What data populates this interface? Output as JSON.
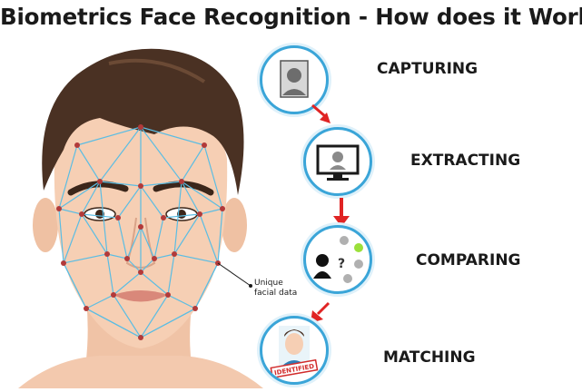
{
  "title": "Biometrics Face Recognition - How does it Work?",
  "annotation": {
    "line1": "Unique",
    "line2": "facial data"
  },
  "steps": [
    {
      "label": "CAPTURING",
      "icon": "captured-photo-icon"
    },
    {
      "label": "EXTRACTING",
      "icon": "monitor-scan-icon"
    },
    {
      "label": "COMPARING",
      "icon": "compare-faces-icon"
    },
    {
      "label": "MATCHING",
      "icon": "identified-face-icon"
    }
  ],
  "match_stamp": "IDENTIFIED",
  "colors": {
    "mesh": "#5bbde3",
    "node": "#b23a3a",
    "arrow": "#e02424",
    "circle_border": "#3aa5d8",
    "skin": "#f6cfb4",
    "hair": "#4a3123",
    "highlight_face": "#9be03a"
  }
}
